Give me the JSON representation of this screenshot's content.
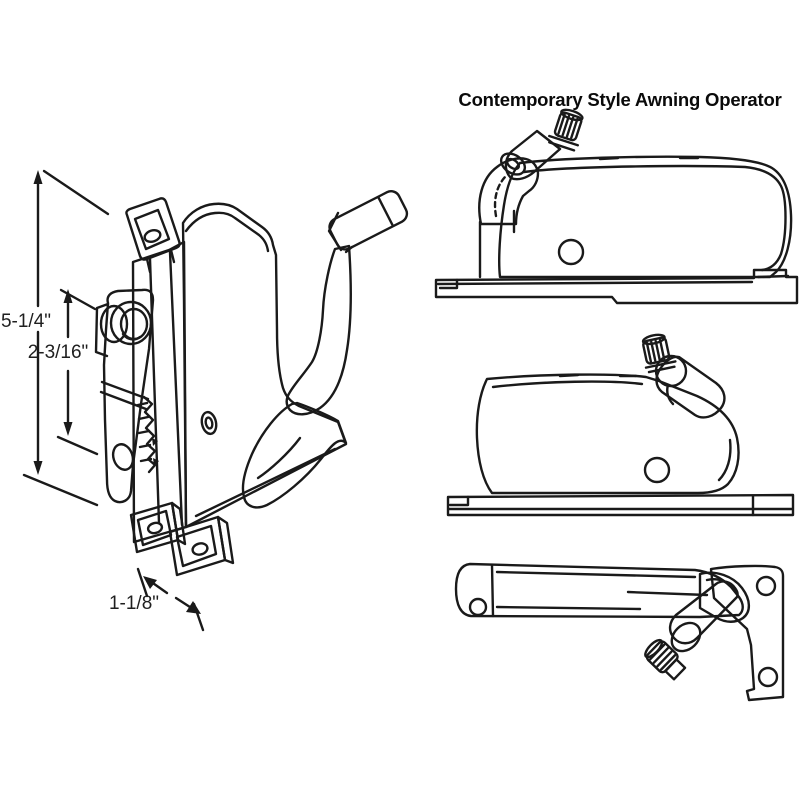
{
  "title": "Contemporary Style Awning Operator",
  "dimensions": {
    "overall_height": "5-1/4\"",
    "arm_pivot_height": "2-3/16\"",
    "base_width": "1-1/8\""
  },
  "colors": {
    "background": "#ffffff",
    "line": "#1a1a1a",
    "text": "#1f1f1f"
  }
}
